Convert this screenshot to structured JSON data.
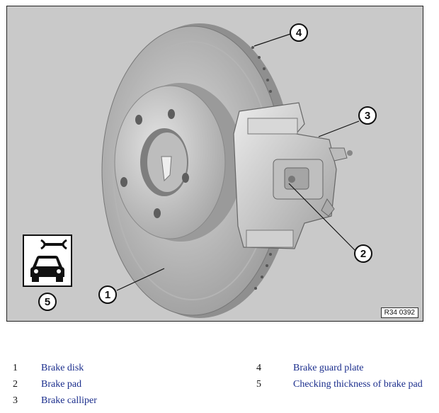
{
  "figure": {
    "code": "R34 0392",
    "callouts": [
      "1",
      "2",
      "3",
      "4",
      "5"
    ],
    "icons": [
      "brake-disk-illustration",
      "brake-calliper-illustration",
      "wrench-icon",
      "car-icon"
    ]
  },
  "legend": [
    {
      "num": "1",
      "label": "Brake disk"
    },
    {
      "num": "2",
      "label": "Brake pad"
    },
    {
      "num": "3",
      "label": "Brake calliper"
    },
    {
      "num": "4",
      "label": "Brake guard plate"
    },
    {
      "num": "5",
      "label": "Checking thickness of brake pad"
    }
  ]
}
